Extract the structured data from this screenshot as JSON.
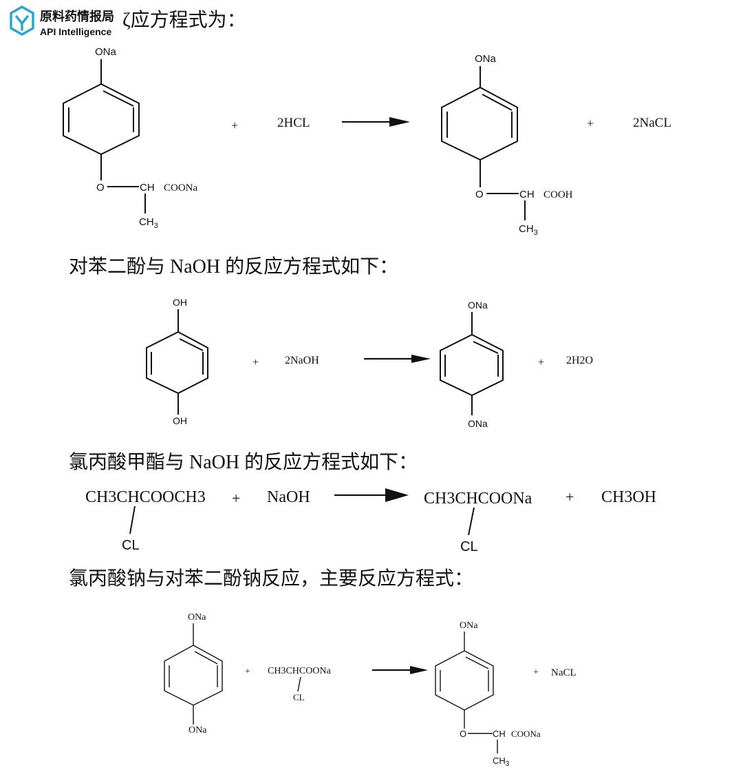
{
  "logo": {
    "name_zh": "原料药情报局",
    "name_en": "API Intelligence",
    "brand_color": "#2aa7c9",
    "icon": "api-intelligence-logo-icon"
  },
  "section1": {
    "heading_fragment": "ζ应方程式为：",
    "reactant1": {
      "top": "ONa",
      "ether": "O",
      "ch": "CH",
      "cooh_group": "COONa",
      "ch3": "CH",
      "ch3_sub": "3"
    },
    "plus1": "+",
    "reagent": "2HCL",
    "product1": {
      "top": "ONa",
      "ether": "O",
      "ch": "CH",
      "cooh_group": "COOH",
      "ch3": "CH",
      "ch3_sub": "3"
    },
    "plus2": "+",
    "byproduct": "2NaCL"
  },
  "section2": {
    "heading": "对苯二酚与 NaOH 的反应方程式如下：",
    "reactant": {
      "top": "OH",
      "bottom": "OH"
    },
    "plus1": "+",
    "reagent": "2NaOH",
    "product": {
      "top": "ONa",
      "bottom": "ONa"
    },
    "plus2": "+",
    "byproduct": "2H2O"
  },
  "section3": {
    "heading": "氯丙酸甲酯与 NaOH 的反应方程式如下：",
    "reactant": "CH3CHCOOCH3",
    "reactant_sub": "CL",
    "plus1": "+",
    "reagent": "NaOH",
    "product": "CH3CHCOONa",
    "product_sub": "CL",
    "plus2": "+",
    "byproduct": "CH3OH"
  },
  "section4": {
    "heading": "氯丙酸钠与对苯二酚钠反应，主要反应方程式：",
    "reactant1": {
      "top": "ONa",
      "bottom": "ONa"
    },
    "plus1": "+",
    "reactant2": "CH3CHCOONa",
    "reactant2_sub": "CL",
    "product": {
      "top": "ONa",
      "ether": "O",
      "ch": "CH",
      "cooh_group": "COONa",
      "ch3": "CH",
      "ch3_sub": "3"
    },
    "plus2": "+",
    "byproduct": "NaCL"
  }
}
